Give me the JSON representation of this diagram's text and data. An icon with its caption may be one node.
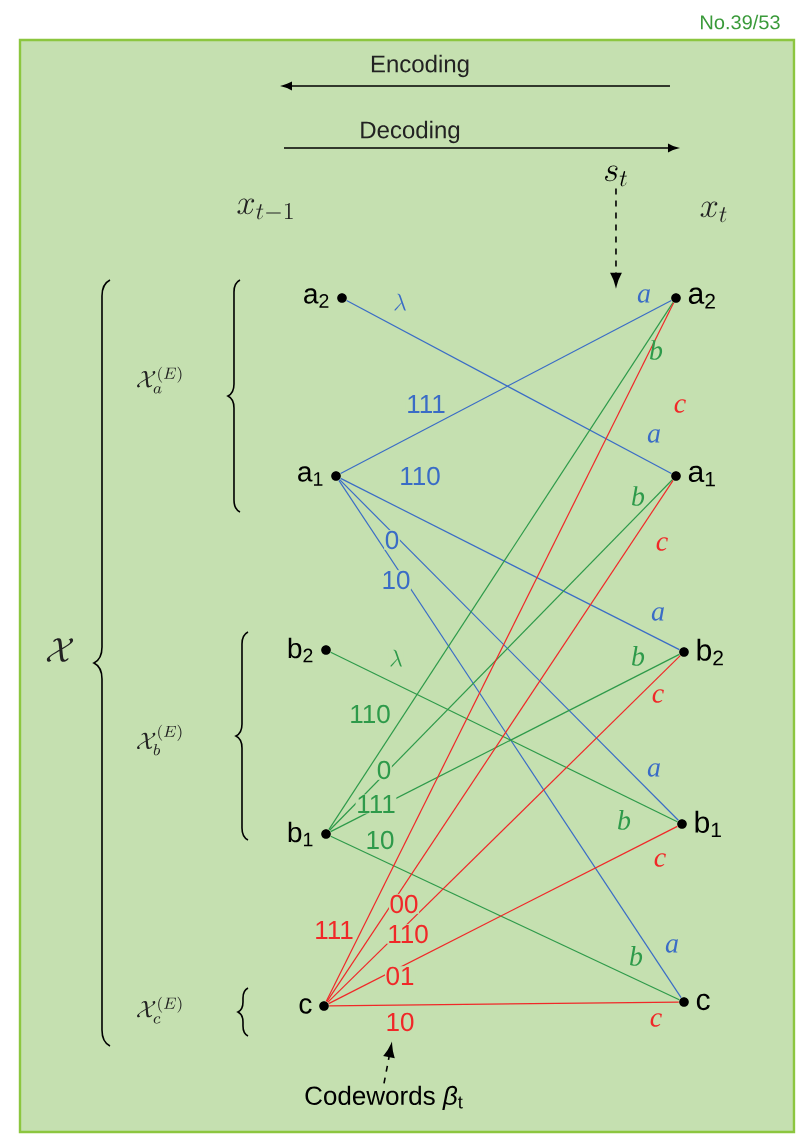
{
  "diagram": {
    "nodes": [
      {
        "text": [
          "a$_{2}$"
        ]
      },
      {
        "text": [
          "a$_{1}$"
        ]
      },
      {
        "text": [
          "b$_{2}$"
        ]
      },
      {
        "text": [
          "b$_{1}$"
        ]
      },
      {
        "text": [
          "c"
        ]
      },
      {
        "text": [
          "a$_{2}$"
        ]
      },
      {
        "text": [
          "a$_{1}$"
        ]
      },
      {
        "text": [
          "b$_{2}$"
        ]
      },
      {
        "text": [
          "b$_{1}$"
        ]
      },
      {
        "text": [
          "c"
        ]
      },
      {
        "text": [
          "s_t"
        ]
      },
      {
        "text": [
          "Codewords *β*$_{t}$"
        ]
      }
    ],
    "edges": [
      {
        "from": 0,
        "to": 6,
        "arrow": "none",
        "label": "\\lambda",
        "color": "#3a6cc6"
      },
      {
        "from": 1,
        "to": 5,
        "arrow": "none",
        "label": "111",
        "color": "#3a6cc6"
      },
      {
        "from": 1,
        "to": 7,
        "arrow": "none",
        "label": "110",
        "color": "#3a6cc6"
      },
      {
        "from": 1,
        "to": 8,
        "arrow": "none",
        "label": "0",
        "color": "#3a6cc6"
      },
      {
        "from": 1,
        "to": 9,
        "arrow": "none",
        "label": "10",
        "color": "#3a6cc6"
      },
      {
        "from": 2,
        "to": 8,
        "arrow": "none",
        "label": "\\lambda",
        "color": "#2e9a4a"
      },
      {
        "from": 3,
        "to": 5,
        "arrow": "none",
        "label": "110",
        "color": "#2e9a4a"
      },
      {
        "from": 3,
        "to": 6,
        "arrow": "none",
        "label": "0",
        "color": "#2e9a4a"
      },
      {
        "from": 3,
        "to": 7,
        "arrow": "none",
        "label": "111",
        "color": "#2e9a4a"
      },
      {
        "from": 3,
        "to": 9,
        "arrow": "none",
        "label": "10",
        "color": "#2e9a4a"
      },
      {
        "from": 4,
        "to": 5,
        "arrow": "none",
        "label": "111",
        "color": "#f02828"
      },
      {
        "from": 4,
        "to": 6,
        "arrow": "none",
        "label": "00",
        "color": "#f02828"
      },
      {
        "from": 4,
        "to": 7,
        "arrow": "none",
        "label": "110",
        "color": "#f02828"
      },
      {
        "from": 4,
        "to": 8,
        "arrow": "none",
        "label": "01",
        "color": "#f02828"
      },
      {
        "from": 4,
        "to": 9,
        "arrow": "none",
        "label": "10",
        "color": "#f02828"
      },
      {
        "from": 10,
        "to": 5,
        "arrow": "to",
        "style": "dashed",
        "color": "#000000"
      },
      {
        "from": 11,
        "to": null,
        "arrow": "to",
        "style": "dashed",
        "color": "#000000"
      }
    ],
    "labels": [
      "No.39/53",
      "Encoding",
      "Decoding",
      "x_{t-1}",
      "x_t",
      "\\mathcal{X}_a^{(E)}",
      "\\mathcal{X}",
      "\\mathcal{X}_b^{(E)}",
      "\\mathcal{X}_c^{(E)}",
      "a",
      "b",
      "c",
      "a",
      "b",
      "c",
      "a",
      "b",
      "c",
      "a",
      "b",
      "c",
      "a",
      "b",
      "c"
    ]
  }
}
